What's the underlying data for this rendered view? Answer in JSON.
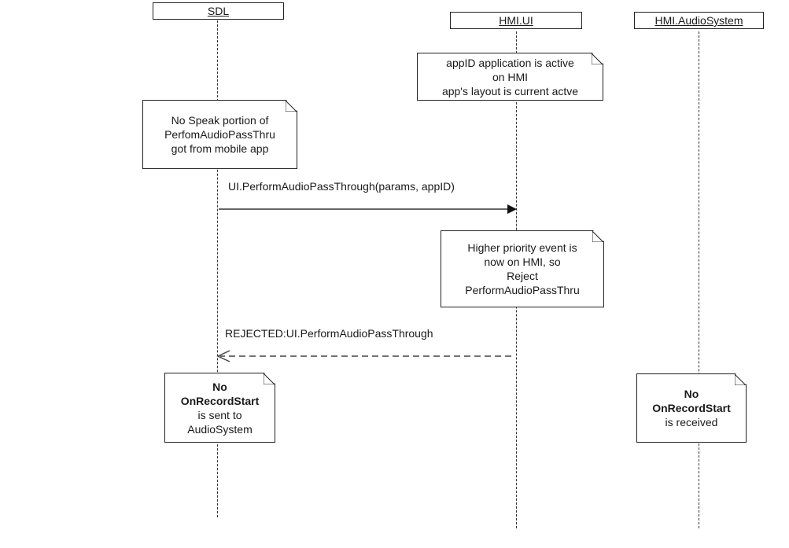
{
  "participants": {
    "sdl": "SDL",
    "hmi_ui": "HMI.UI",
    "hmi_audio": "HMI.AudioSystem"
  },
  "notes": {
    "app_active": {
      "line1": "appID application is active",
      "line2": "on HMI",
      "line3": "app's layout is current actve"
    },
    "no_speak": {
      "line1": "No Speak portion of",
      "line2": "PerfomAudioPassThru",
      "line3": "got from mobile app"
    },
    "higher_priority": {
      "line1": "Higher priority event is",
      "line2": "now on HMI, so",
      "line3": "Reject",
      "line4": "PerformAudioPassThru"
    },
    "no_record_sdl": {
      "line1": "No",
      "line2": "OnRecordStart",
      "line3": "is sent to",
      "line4": "AudioSystem"
    },
    "no_record_audio": {
      "line1": "No",
      "line2": "OnRecordStart",
      "line3": "is received"
    }
  },
  "messages": {
    "request": "UI.PerformAudioPassThrough(params, appID)",
    "response": "REJECTED:UI.PerformAudioPassThrough"
  }
}
